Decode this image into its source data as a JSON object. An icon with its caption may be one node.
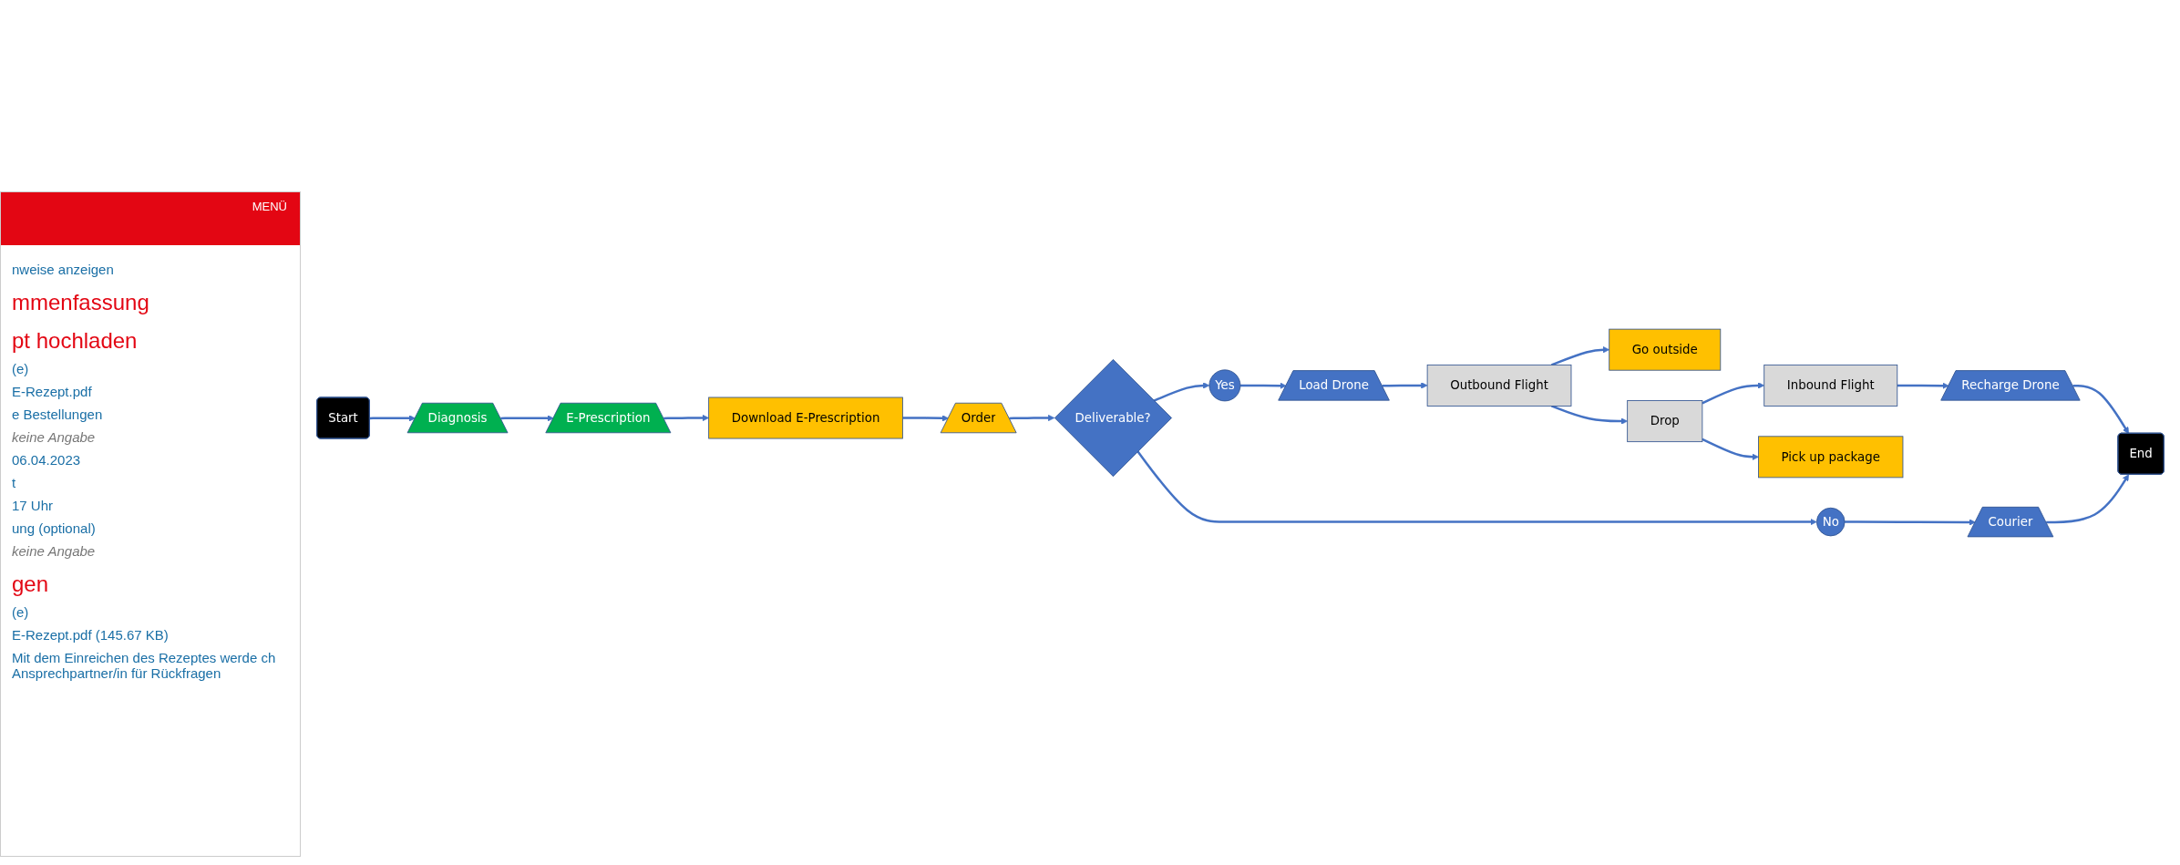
{
  "diagram": {
    "nodes": [
      {
        "text": [
          "Start"
        ]
      },
      {
        "text": [
          "Diagnosis"
        ]
      },
      {
        "text": [
          "E-Prescription"
        ]
      },
      {
        "text": [
          "Download E-Prescription"
        ]
      },
      {
        "text": [
          "Order"
        ]
      },
      {
        "text": [
          "Deliverable?"
        ]
      },
      {
        "text": [
          "Yes"
        ]
      },
      {
        "text": [
          "No"
        ]
      },
      {
        "text": [
          "Load Drone"
        ]
      },
      {
        "text": [
          "Outbound Flight"
        ]
      },
      {
        "text": [
          "Go outside"
        ]
      },
      {
        "text": [
          "Drop"
        ]
      },
      {
        "text": [
          "Pick up package"
        ]
      },
      {
        "text": [
          "Inbound Flight"
        ]
      },
      {
        "text": [
          "Recharge Drone"
        ]
      },
      {
        "text": [
          "Courier"
        ]
      },
      {
        "text": [
          "End"
        ]
      }
    ],
    "edges": [
      {
        "from": 0,
        "to": 1,
        "arrow": "to"
      },
      {
        "from": 1,
        "to": 2,
        "arrow": "to"
      },
      {
        "from": 2,
        "to": 3,
        "arrow": "to"
      },
      {
        "from": 3,
        "to": 4,
        "arrow": "to"
      },
      {
        "from": 4,
        "to": 5,
        "arrow": "to"
      },
      {
        "from": 5,
        "to": 6,
        "arrow": "to"
      },
      {
        "from": 5,
        "to": 7,
        "arrow": "to"
      },
      {
        "from": 6,
        "to": 8,
        "arrow": "to"
      },
      {
        "from": 8,
        "to": 9,
        "arrow": "to"
      },
      {
        "from": 9,
        "to": 10,
        "arrow": "to"
      },
      {
        "from": 9,
        "to": 11,
        "arrow": "to"
      },
      {
        "from": 11,
        "to": 12,
        "arrow": "to"
      },
      {
        "from": 11,
        "to": 13,
        "arrow": "to"
      },
      {
        "from": 13,
        "to": 14,
        "arrow": "to"
      },
      {
        "from": 14,
        "to": 16,
        "arrow": "to"
      },
      {
        "from": 7,
        "to": 15,
        "arrow": "to"
      },
      {
        "from": 15,
        "to": 16,
        "arrow": "to"
      }
    ],
    "labels": [
      "MENÜ",
      "nweise anzeigen",
      "mmenfassung",
      "pt hochladen",
      "(e)",
      "E-Rezept.pdf",
      "e Bestellungen",
      "keine Angabe",
      "06.04.2023",
      "t",
      "17 Uhr",
      "ung (optional)",
      "keine Angabe",
      "gen",
      "(e)",
      "E-Rezept.pdf (145.67 KB)",
      "Mit dem Einreichen des Rezeptes werde ch Ansprechpartner/in für Rückfragen"
    ]
  }
}
